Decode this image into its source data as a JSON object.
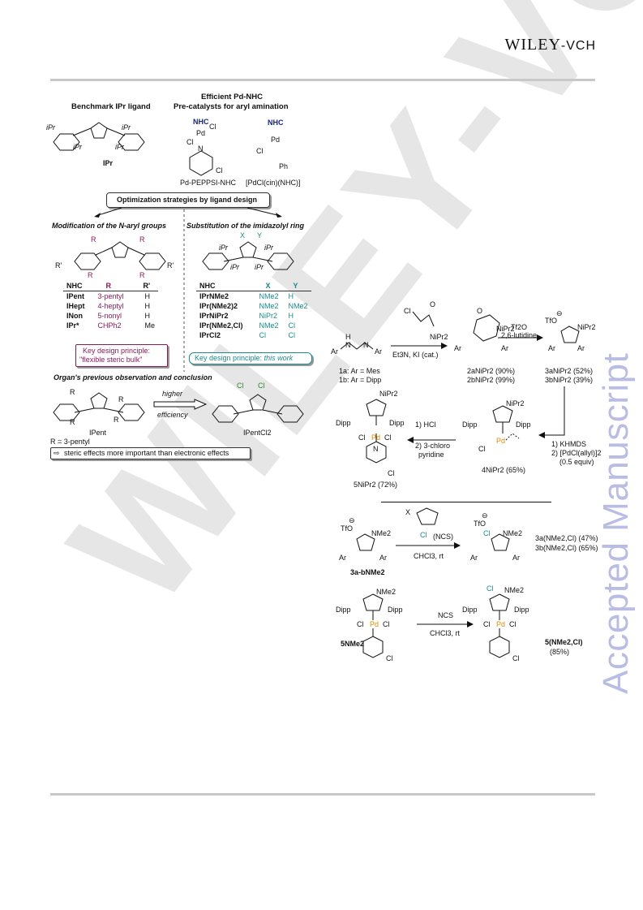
{
  "header": {
    "brand_main": "WILEY",
    "brand_sub": "-VCH"
  },
  "side_label": "Accepted Manuscript",
  "watermark": "WILEY-VCH",
  "left_panel": {
    "benchmark_title": "Benchmark IPr ligand",
    "iPr_label": "iPr",
    "ipr_name": "IPr",
    "precat_title_1": "Efficient Pd-NHC",
    "precat_title_2": "Pre-catalysts for aryl amination",
    "nhc": "NHC",
    "pd": "Pd",
    "cl": "Cl",
    "n": "N",
    "ph": "Ph",
    "peppsi_name": "Pd-PEPPSI-NHC",
    "cin_name": "[PdCl(cin)(NHC)]",
    "strategy": "Optimization strategies by ligand design",
    "mod_title": "Modification of the N-aryl groups",
    "sub_title": "Substitution of the imidazolyl ring",
    "r": "R",
    "rp": "R'",
    "x": "X",
    "y": "Y",
    "table1": {
      "headers": [
        "NHC",
        "R",
        "R'"
      ],
      "rows": [
        [
          "IPent",
          "3-pentyl",
          "H"
        ],
        [
          "IHept",
          "4-heptyl",
          "H"
        ],
        [
          "INon",
          "5-nonyl",
          "H"
        ],
        [
          "IPr*",
          "CHPh2",
          "Me"
        ]
      ]
    },
    "table2": {
      "headers": [
        "NHC",
        "X",
        "Y"
      ],
      "rows": [
        [
          "IPrNMe2",
          "NMe2",
          "H"
        ],
        [
          "IPr(NMe2)2",
          "NMe2",
          "NMe2"
        ],
        [
          "IPrNiPr2",
          "NiPr2",
          "H"
        ],
        [
          "IPr(NMe2,Cl)",
          "NMe2",
          "Cl"
        ],
        [
          "IPrCl2",
          "Cl",
          "Cl"
        ]
      ]
    },
    "key1_line1": "Key design principle:",
    "key1_line2": "\"flexible steric bulk\"",
    "key2_pre": "Key design principle: ",
    "key2_em": "this work",
    "organ_title": "Organ's previous observation and conclusion",
    "higher": "higher",
    "efficiency": "efficiency",
    "ipent": "IPent",
    "ipentcl2": "IPentCl2",
    "r_def": "R = 3-pentyl",
    "conclusion": "steric effects more important than electronic effects"
  },
  "scheme1": {
    "reagent_top": "Cl",
    "reagent_o": "O",
    "reagent_n": "NiPr2",
    "cond1": "Et3N, KI (cat.)",
    "label_1a": "1a: Ar = Mes",
    "label_1b": "1b: Ar = Dipp",
    "y_2a": "2aNiPr2 (90%)",
    "y_2b": "2bNiPr2 (99%)",
    "cond2_a": "Tf2O",
    "cond2_b": "2,6-lutidine",
    "y_3a": "3aNiPr2 (52%)",
    "y_3b": "3bNiPr2 (39%)",
    "tfo": "TfO",
    "cond3_a": "1) KHMDS",
    "cond3_b": "2) [PdCl(allyl)]2",
    "cond3_c": "(0.5 equiv)",
    "y_4": "4NiPr2 (65%)",
    "cond4_a": "1) HCl",
    "cond4_b": "2) 3-chloro",
    "cond4_c": "pyridine",
    "y_5": "5NiPr2 (72%)",
    "dipp": "Dipp",
    "ar": "Ar"
  },
  "scheme2": {
    "ncs": "(NCS)",
    "cond": "CHCl3, rt",
    "sm": "3a-bNMe2",
    "y_3a": "3a(NMe2,Cl) (47%)",
    "y_3b": "3b(NMe2,Cl) (65%)",
    "ncs2": "NCS",
    "cond2": "CHCl3, rt",
    "sm2": "5NMe2",
    "y_5": "5(NMe2,Cl)",
    "y_5pct": "(85%)",
    "nme2": "NMe2"
  }
}
